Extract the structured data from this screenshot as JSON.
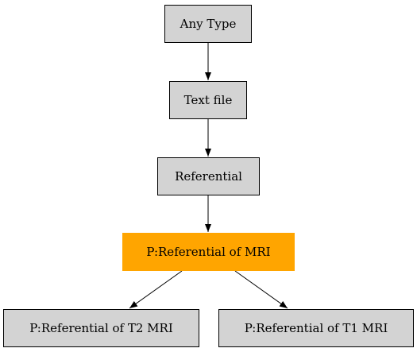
{
  "diagram": {
    "nodes": {
      "any_type": "Any Type",
      "text_file": "Text file",
      "referential": "Referential",
      "referential_mri": "P:Referential of MRI",
      "referential_t2": "P:Referential of T2 MRI",
      "referential_t1": "P:Referential of T1 MRI"
    },
    "edges": [
      [
        "any_type",
        "text_file"
      ],
      [
        "text_file",
        "referential"
      ],
      [
        "referential",
        "referential_mri"
      ],
      [
        "referential_mri",
        "referential_t2"
      ],
      [
        "referential_mri",
        "referential_t1"
      ]
    ],
    "colors": {
      "node_fill": "#d3d3d3",
      "highlight_fill": "#ffa500",
      "stroke": "#000000"
    }
  }
}
